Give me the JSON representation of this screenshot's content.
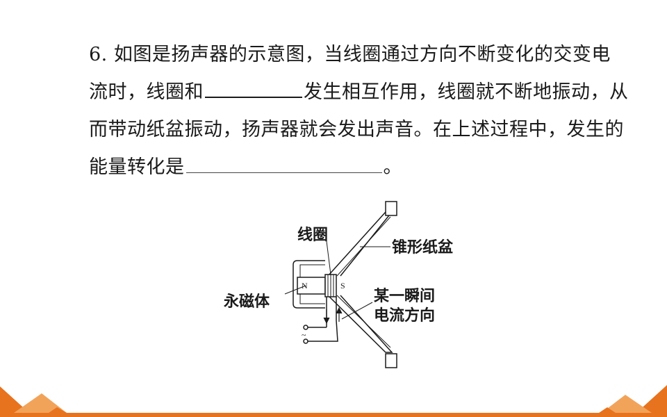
{
  "question": {
    "line1": "6. 如图是扬声器的示意图，当线圈通过方向不断变化的交变电",
    "line2_a": "流时，线圈和",
    "line2_b": "发生相互作用，线圈就不断地振动，从",
    "line3": "而带动纸盆振动，扬声器就会发出声音。在上述过程中，发生的",
    "line4_a": "能量转化是",
    "line4_b": "。"
  },
  "diagram": {
    "label_coil": "线圈",
    "label_cone": "锥形纸盆",
    "label_magnet": "永磁体",
    "label_current_1": "某一瞬间",
    "label_current_2": "电流方向",
    "pole_n": "N",
    "pole_s": "S",
    "ac_symbol": "~"
  },
  "colors": {
    "accent_orange": "#e8731e",
    "accent_light": "#f2a35a"
  }
}
